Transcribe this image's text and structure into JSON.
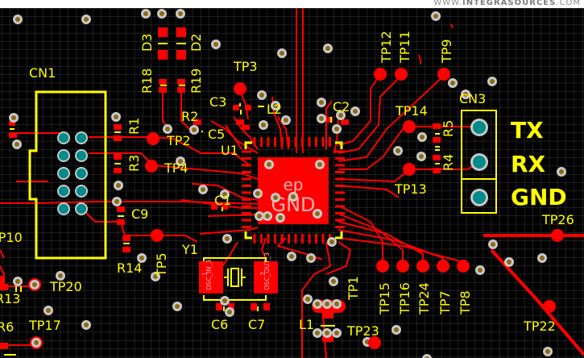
{
  "watermark": {
    "prefix": "WWW.",
    "brand": "INTEGRASOURCES",
    "suffix": ".COM"
  },
  "colors": {
    "background": "#000000",
    "grid": "#3c3c3c",
    "copper": "#ff0000",
    "silkscreen": "#ffff00",
    "via_ring": "#c8c8c8",
    "via_hole": "#8b6914",
    "pad_plated": "#008b8b",
    "pad_label": "#ffb0b0"
  },
  "labels": {
    "cn1": "CN1",
    "cn3": "CN3",
    "d3": "D3",
    "d2": "D2",
    "r18": "R18",
    "r19": "R19",
    "r1": "R1",
    "r2": "R2",
    "r3": "R3",
    "r4": "R4",
    "r5": "R5",
    "r6": "R6",
    "r13": "R13",
    "r14": "R14",
    "c1": "C1",
    "c2": "C2",
    "c3": "C3",
    "c5": "C5",
    "c6": "C6",
    "c7": "C7",
    "c9": "C9",
    "l1": "L1",
    "l2": "L2",
    "u1": "U1",
    "y1": "Y1",
    "tp1": "TP1",
    "tp2": "TP2",
    "tp3": "TP3",
    "tp4": "TP4",
    "tp5": "TP5",
    "tp7": "TP7",
    "tp8": "TP8",
    "tp9": "TP9",
    "tp10": "TP10",
    "tp11": "TP11",
    "tp12": "TP12",
    "tp13": "TP13",
    "tp14": "TP14",
    "tp15": "TP15",
    "tp16": "TP16",
    "tp17": "TP17",
    "tp20": "TP20",
    "tp22": "TP22",
    "tp23": "TP23",
    "tp24": "TP24",
    "tp26": "TP26",
    "tx": "TX",
    "rx": "RX",
    "gnd": "GND",
    "ep": "ep",
    "ep_gnd": "GND",
    "osc_in": "OSC_IN_3",
    "osc_out": "OSC_OUT_3",
    "osc_pin1": "1",
    "osc_pin2": "2"
  }
}
